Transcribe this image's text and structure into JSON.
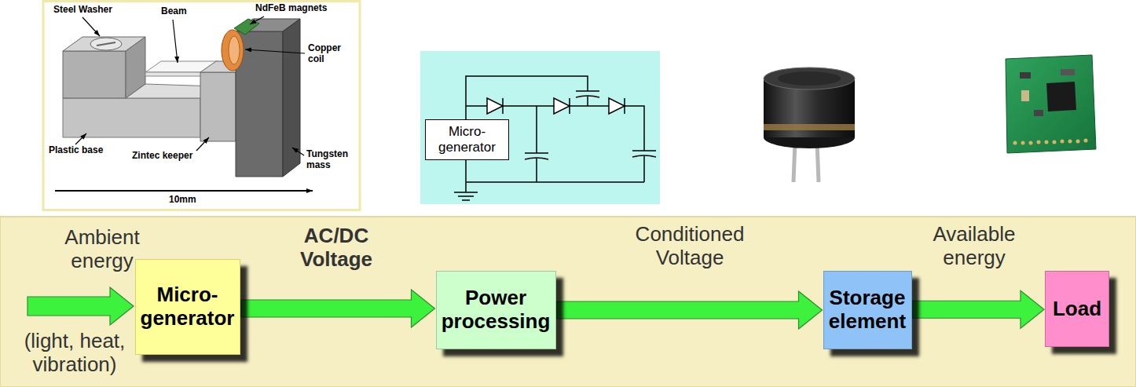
{
  "diagram": {
    "nodes": [
      {
        "text": [
          "Micro- generator"
        ]
      },
      {
        "text": [
          "Micro- generator"
        ]
      },
      {
        "text": [
          "Power processing"
        ]
      },
      {
        "text": [
          "Storage element"
        ]
      },
      {
        "text": [
          "Load"
        ]
      }
    ],
    "edges": [
      {
        "from": 1,
        "to": 2,
        "arrow": "to",
        "label": "AC/DC Voltage"
      },
      {
        "from": 2,
        "to": 3,
        "arrow": "to",
        "label": "Conditioned Voltage"
      },
      {
        "from": 3,
        "to": 4,
        "arrow": "to",
        "label": "Available energy"
      }
    ],
    "labels": [
      "Steel Washer",
      "Beam",
      "NdFeB magnets",
      "Copper coil",
      "Plastic base",
      "Zintec keeper",
      "Tungsten mass",
      "10mm",
      "Ambient energy",
      "(light, heat, vibration)"
    ]
  }
}
